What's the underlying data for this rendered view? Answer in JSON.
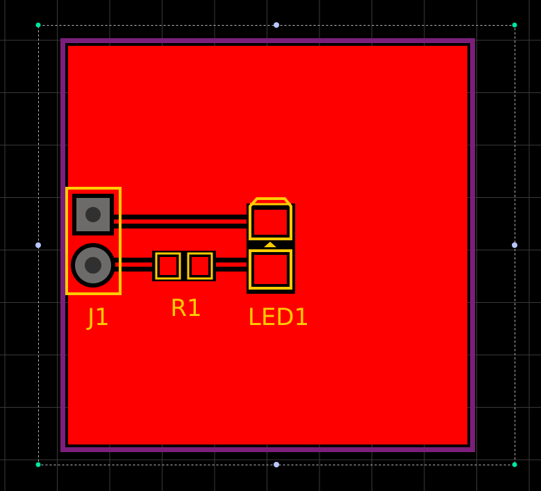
{
  "designators": {
    "j1": "J1",
    "r1": "R1",
    "led1": "LED1"
  },
  "colors": {
    "background": "#000000",
    "grid": "#3a3a3a",
    "copper_pour": "#ff0000",
    "board_outline": "#7b1f7b",
    "silkscreen": "#ffcc00",
    "pad_copper": "#ff0000",
    "through_hole_pad": "#6d6a6a",
    "drill": "#303030",
    "trace": "#ff0000",
    "clearance": "#000000",
    "selection_frame": "#bdbdbd",
    "handle_corner": "#00e5a0",
    "handle_edge": "#b8c6ff"
  }
}
